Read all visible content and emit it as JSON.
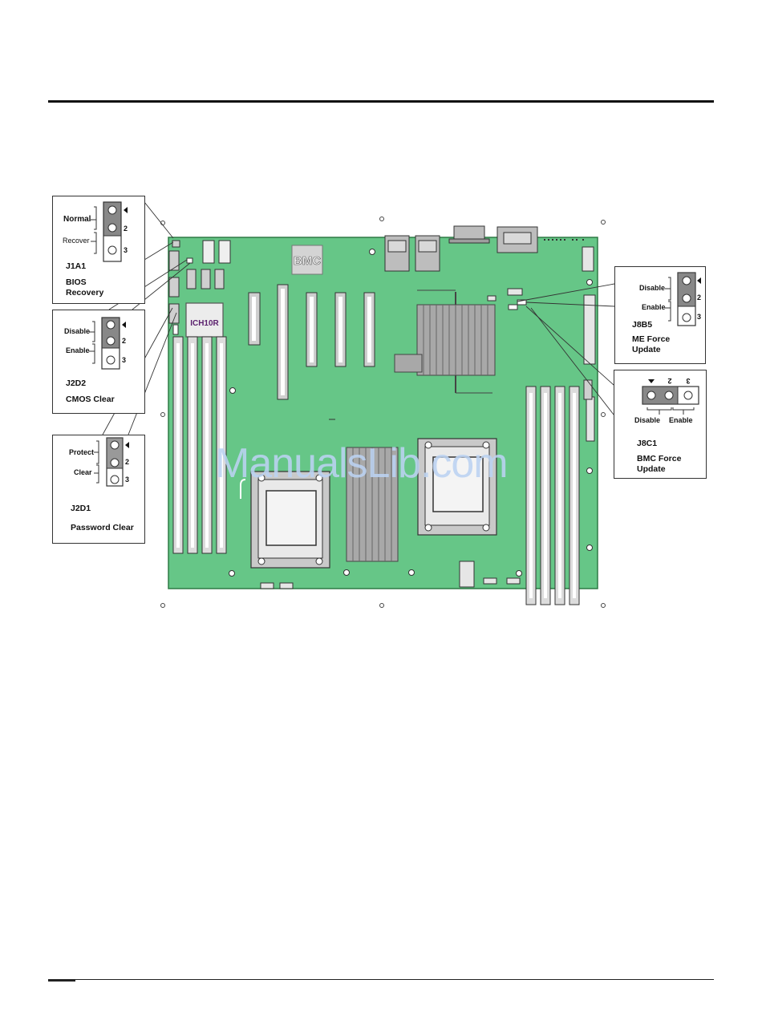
{
  "board": {
    "bmc_label": "BMC",
    "chipset_label": "ICH10R"
  },
  "jumpers": {
    "j1a1": {
      "id": "J1A1",
      "desc_line1": "BIOS",
      "desc_line2": "Recovery",
      "opt1": "Normal",
      "opt2": "Recover",
      "pin2": "2",
      "pin3": "3"
    },
    "j2d2": {
      "id": "J2D2",
      "desc": "CMOS Clear",
      "opt1": "Disable",
      "opt2": "Enable",
      "pin2": "2",
      "pin3": "3"
    },
    "j2d1": {
      "id": "J2D1",
      "desc": "Password Clear",
      "opt1": "Protect",
      "opt2": "Clear",
      "pin2": "2",
      "pin3": "3"
    },
    "j8b5": {
      "id": "J8B5",
      "desc_line1": "ME Force",
      "desc_line2": "Update",
      "opt1": "Disable",
      "opt2": "Enable",
      "pin2": "2",
      "pin3": "3"
    },
    "j8c1": {
      "id": "J8C1",
      "desc_line1": "BMC Force",
      "desc_line2": "Update",
      "opt1": "Disable",
      "opt2": "Enable",
      "pin2": "2",
      "pin3": "3"
    }
  },
  "watermark": "ManualsLib.com",
  "colors": {
    "board": "#66c687",
    "board_edge": "#2f7a45",
    "component": "#cfcfcf",
    "heatsink": "#9a9a9a"
  }
}
